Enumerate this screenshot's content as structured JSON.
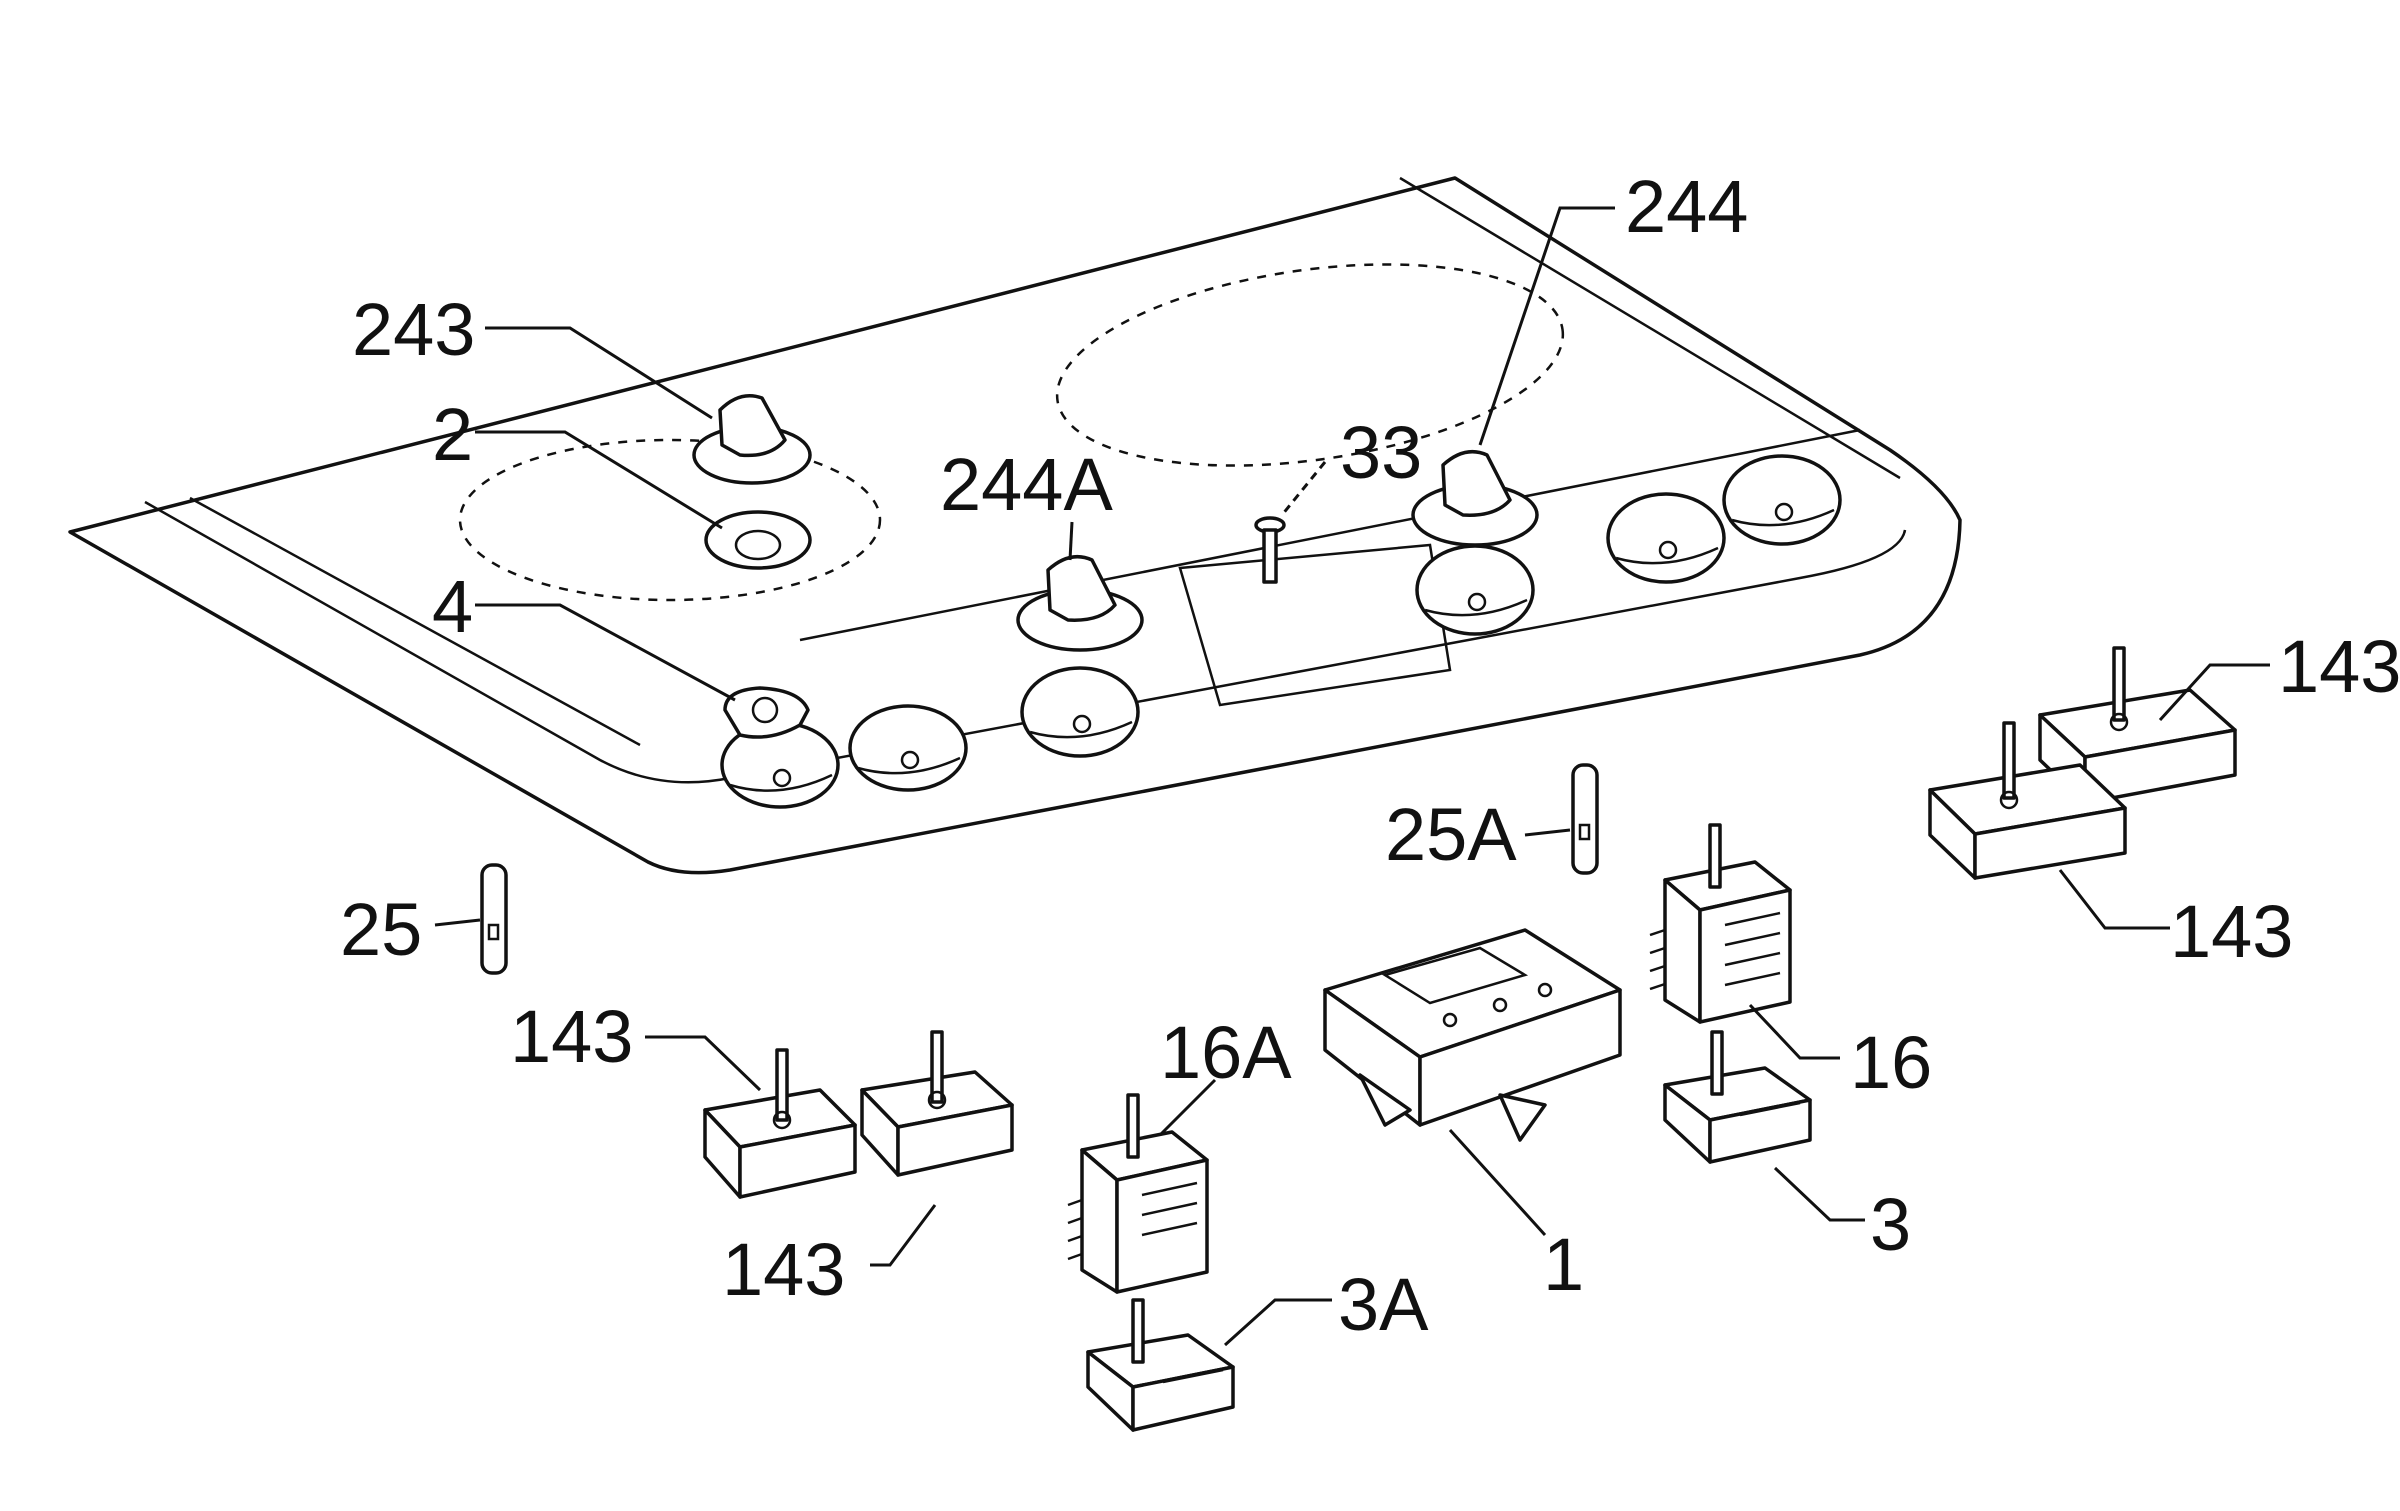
{
  "callouts": {
    "c243": "243",
    "c2": "2",
    "c4": "4",
    "c244A": "244A",
    "c33": "33",
    "c244": "244",
    "c143_tr": "143",
    "c25A": "25A",
    "c143_r": "143",
    "c25": "25",
    "c143_l": "143",
    "c16A": "16A",
    "c16": "16",
    "c143_b": "143",
    "c1": "1",
    "c3": "3",
    "c3A": "3A"
  }
}
